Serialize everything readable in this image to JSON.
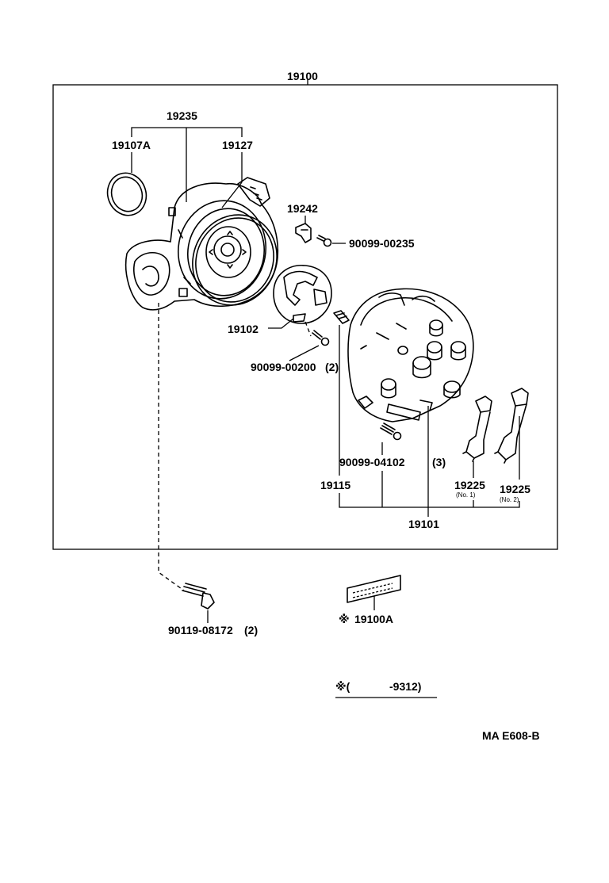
{
  "labels": {
    "assembly": "19100",
    "housing_group": "19235",
    "o_ring": "19107A",
    "body": "19127",
    "ignition_coil_bracket": "19242",
    "screw_coil": "90099-00235",
    "rotor": "19102",
    "screw_rotor": "90099-00200",
    "screw_rotor_qty": "(2)",
    "pin": "19115",
    "cap_screw": "90099-04102",
    "cap_screw_qty": "(3)",
    "cap": "19101",
    "cord_1": "19225",
    "cord_1_note": "(No. 1)",
    "cord_2": "19225",
    "cord_2_note": "(No. 2)",
    "mount_bolt": "90119-08172",
    "mount_bolt_qty": "(2)",
    "label_plate": "19100A",
    "label_plate_mark": "※",
    "footnote_mark": "※(",
    "footnote_range": "-9312)",
    "drawing_code": "MA E608-B"
  }
}
